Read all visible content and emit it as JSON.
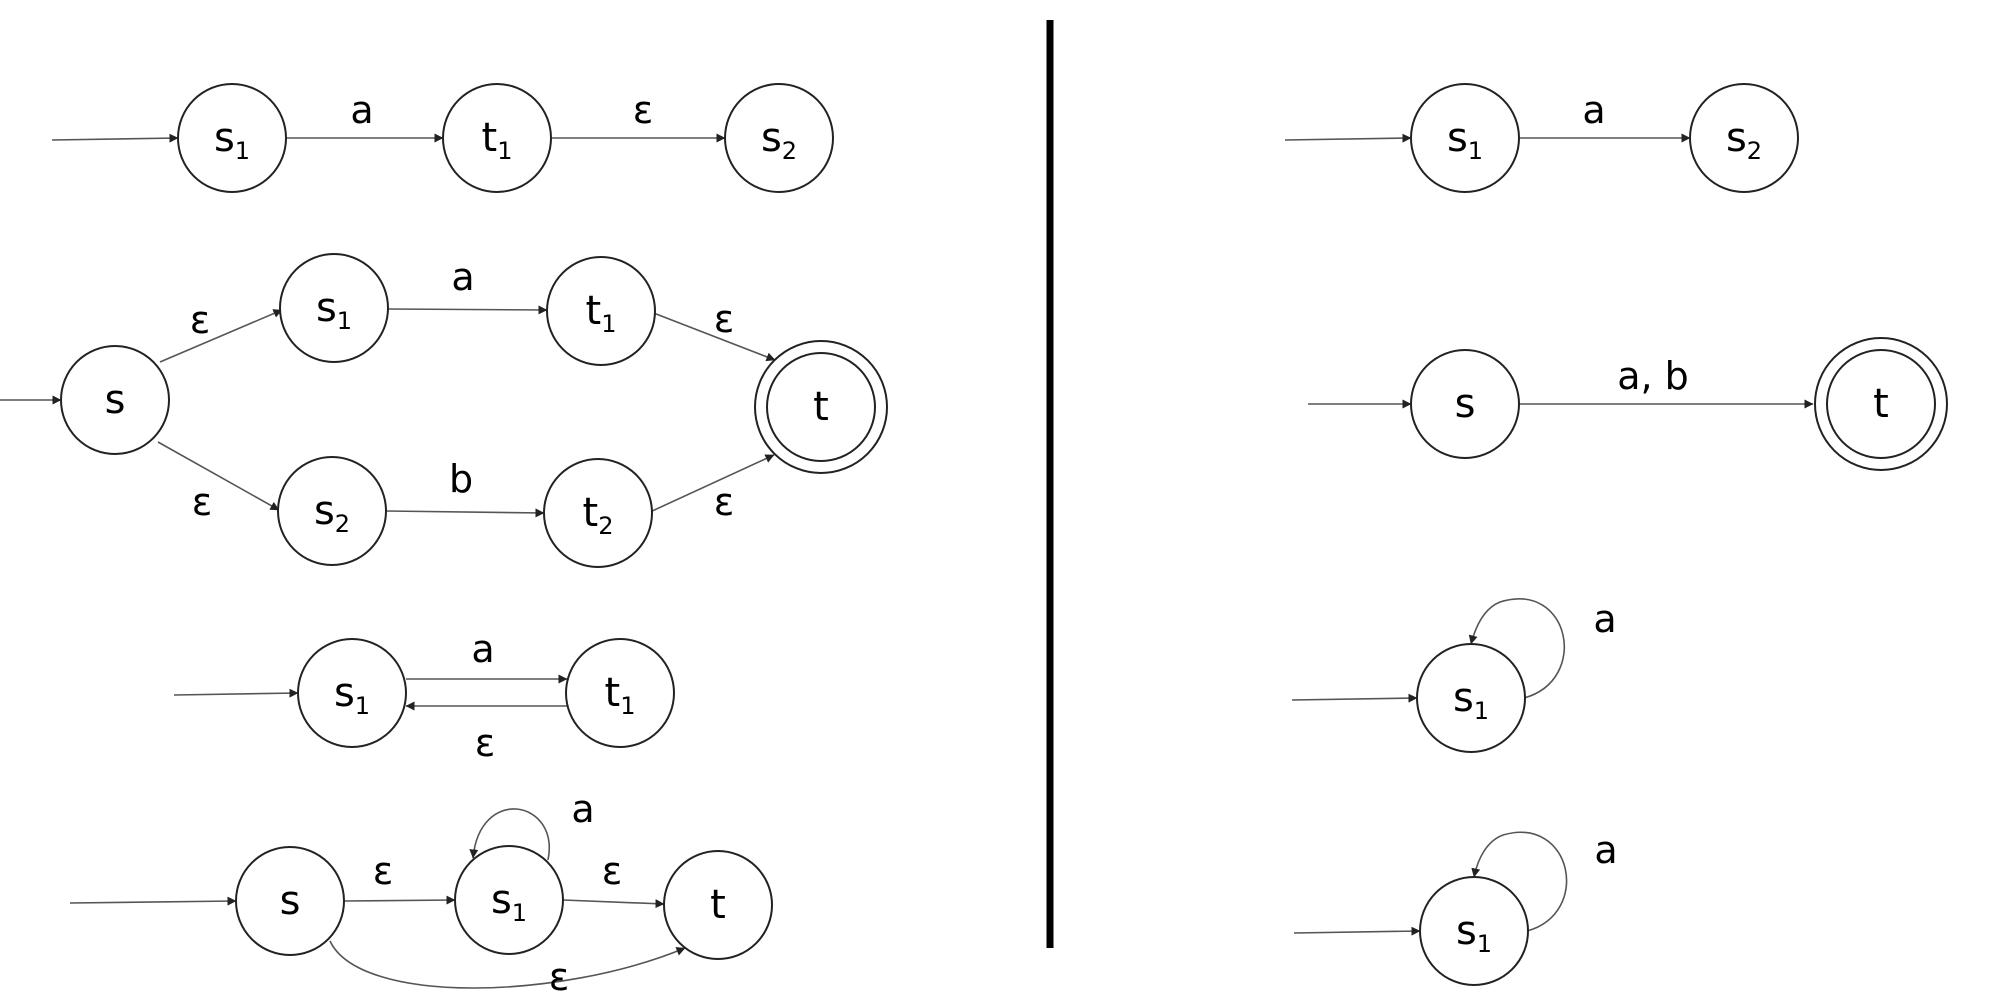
{
  "colors": {
    "line": "#555555",
    "circle": "#222222",
    "text": "#000000",
    "divider": "#000000"
  },
  "left": {
    "concat": {
      "states": [
        {
          "id": "s1",
          "base": "s",
          "sub": "1"
        },
        {
          "id": "t1",
          "base": "t",
          "sub": "1"
        },
        {
          "id": "s2",
          "base": "s",
          "sub": "2"
        }
      ],
      "labels": [
        "a",
        "ε"
      ]
    },
    "union": {
      "states": [
        {
          "id": "s",
          "base": "s",
          "sub": ""
        },
        {
          "id": "s1",
          "base": "s",
          "sub": "1"
        },
        {
          "id": "t1",
          "base": "t",
          "sub": "1"
        },
        {
          "id": "s2",
          "base": "s",
          "sub": "2"
        },
        {
          "id": "t2",
          "base": "t",
          "sub": "2"
        },
        {
          "id": "t",
          "base": "t",
          "sub": "",
          "accepting": true
        }
      ],
      "labels": [
        "ε",
        "a",
        "ε",
        "ε",
        "b",
        "ε"
      ]
    },
    "plus": {
      "states": [
        {
          "id": "s1",
          "base": "s",
          "sub": "1"
        },
        {
          "id": "t1",
          "base": "t",
          "sub": "1"
        }
      ],
      "labels": [
        "a",
        "ε"
      ]
    },
    "star": {
      "states": [
        {
          "id": "s",
          "base": "s",
          "sub": ""
        },
        {
          "id": "s1",
          "base": "s",
          "sub": "1"
        },
        {
          "id": "t",
          "base": "t",
          "sub": ""
        }
      ],
      "labels": [
        "a",
        "ε",
        "ε",
        "ε"
      ]
    }
  },
  "right": {
    "concat": {
      "states": [
        {
          "id": "s1",
          "base": "s",
          "sub": "1"
        },
        {
          "id": "s2",
          "base": "s",
          "sub": "2"
        }
      ],
      "labels": [
        "a"
      ]
    },
    "union": {
      "states": [
        {
          "id": "s",
          "base": "s",
          "sub": ""
        },
        {
          "id": "t",
          "base": "t",
          "sub": "",
          "accepting": true
        }
      ],
      "labels": [
        "a, b"
      ]
    },
    "plus": {
      "states": [
        {
          "id": "s1",
          "base": "s",
          "sub": "1"
        }
      ],
      "labels": [
        "a"
      ]
    },
    "star": {
      "states": [
        {
          "id": "s1",
          "base": "s",
          "sub": "1"
        }
      ],
      "labels": [
        "a"
      ]
    }
  }
}
